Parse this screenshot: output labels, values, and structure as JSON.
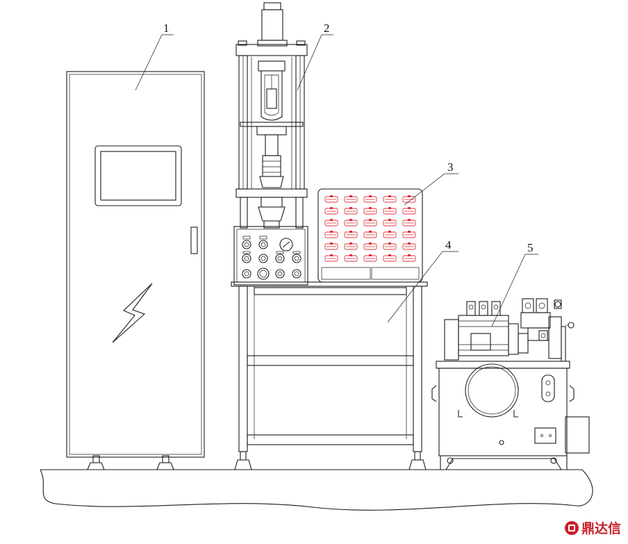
{
  "callouts": [
    {
      "label": "1",
      "part": "electrical-cabinet"
    },
    {
      "label": "2",
      "part": "press-frame"
    },
    {
      "label": "3",
      "part": "indicator-panel"
    },
    {
      "label": "4",
      "part": "work-table"
    },
    {
      "label": "5",
      "part": "hydraulic-station"
    }
  ],
  "watermark": {
    "text": "鼎达信"
  },
  "colors": {
    "line": "#1a1a1a",
    "indicator_red": "#e0303a",
    "watermark": "#c8202a"
  }
}
